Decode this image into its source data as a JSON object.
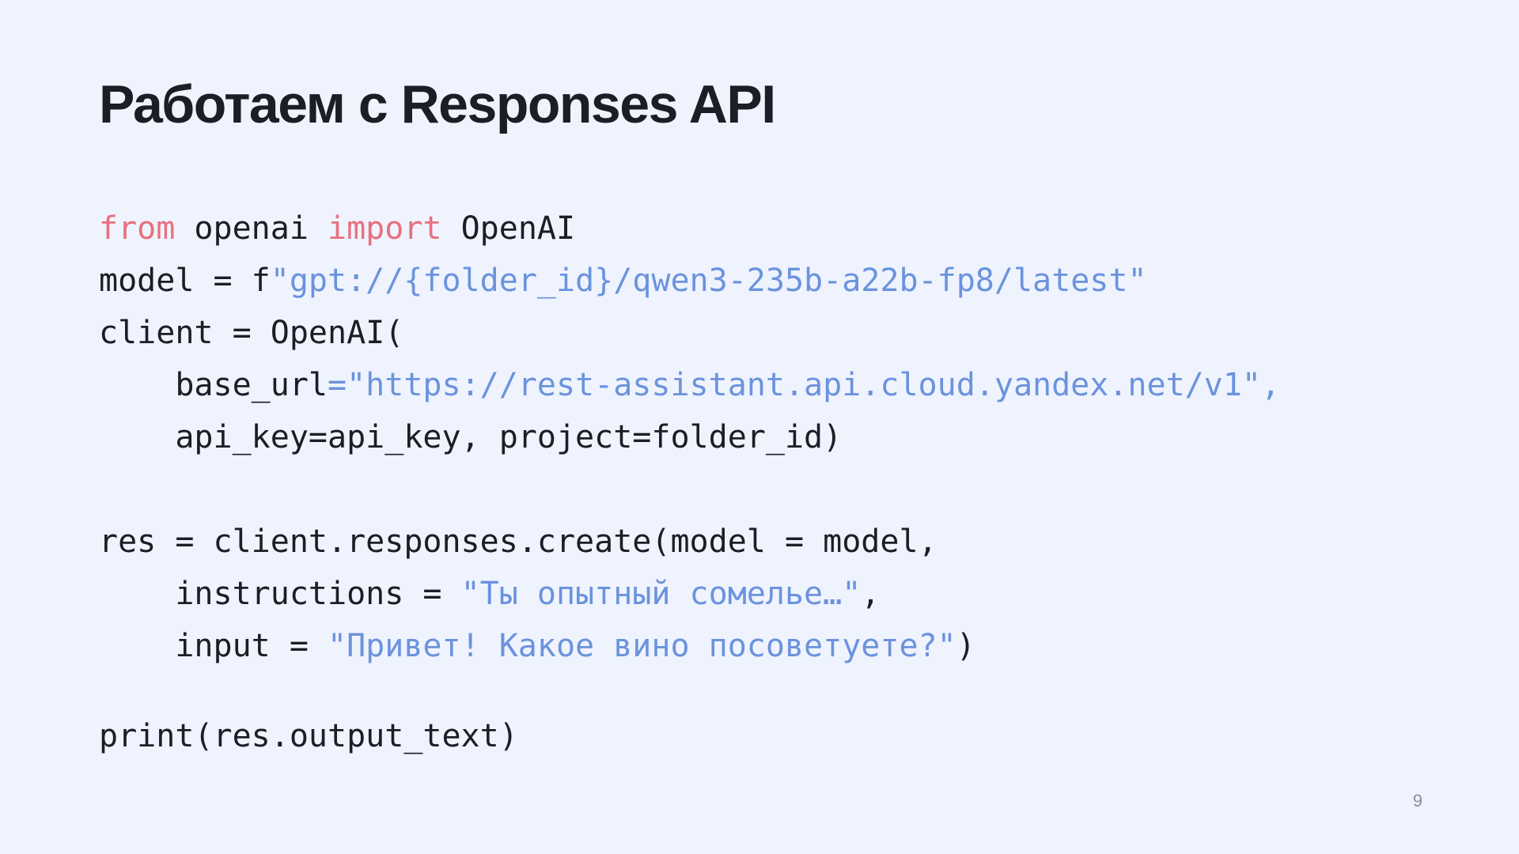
{
  "slide": {
    "title": "Работаем с Responses API",
    "page_number": "9"
  },
  "colors": {
    "background": "#eff3fe",
    "text": "#1b1e24",
    "keyword": "#e8707f",
    "string": "#6b93dd",
    "page_number": "#8a8e96"
  },
  "code": {
    "language": "python",
    "lines": [
      {
        "tokens": [
          {
            "text": "from",
            "type": "kw"
          },
          {
            "text": " openai ",
            "type": "plain"
          },
          {
            "text": "import",
            "type": "kw"
          },
          {
            "text": " OpenAI",
            "type": "plain"
          }
        ]
      },
      {
        "tokens": [
          {
            "text": "model = f",
            "type": "plain"
          },
          {
            "text": "\"gpt://{folder_id}/qwen3-235b-a22b-fp8/latest\"",
            "type": "str"
          }
        ]
      },
      {
        "tokens": [
          {
            "text": "client = OpenAI(",
            "type": "plain"
          }
        ]
      },
      {
        "tokens": [
          {
            "text": "    base_url",
            "type": "plain"
          },
          {
            "text": "=\"https://rest-assistant.api.cloud.yandex.net/v1\",",
            "type": "str"
          }
        ]
      },
      {
        "tokens": [
          {
            "text": "    api_key=api_key, project=folder_id)",
            "type": "plain"
          }
        ]
      },
      {
        "tokens": [
          {
            "text": "res = client.responses.create(model = model,",
            "type": "plain"
          }
        ]
      },
      {
        "tokens": [
          {
            "text": "    instructions = ",
            "type": "plain"
          },
          {
            "text": "\"Ты опытный сомелье…\"",
            "type": "str"
          },
          {
            "text": ",",
            "type": "plain"
          }
        ]
      },
      {
        "tokens": [
          {
            "text": "    input = ",
            "type": "plain"
          },
          {
            "text": "\"Привет! Какое вино посоветуете?\"",
            "type": "str"
          },
          {
            "text": ")",
            "type": "plain"
          }
        ]
      },
      {
        "tokens": [
          {
            "text": "print(res.output_text)",
            "type": "plain"
          }
        ]
      }
    ]
  }
}
